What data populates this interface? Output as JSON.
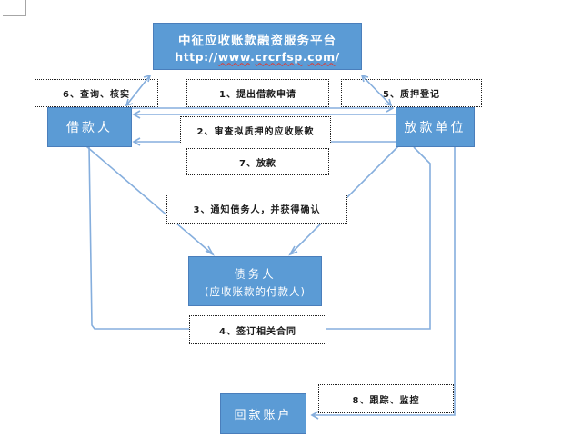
{
  "document": {
    "kind": "flow-diagram",
    "background": "#ffffff",
    "corner_mark_color": "#a6a6a6"
  },
  "platform": {
    "title": "中征应收账款融资服务平台",
    "url": "http://www.crcrfsp.com/",
    "url_segments": [
      {
        "text": "http://",
        "wavy": false
      },
      {
        "text": "www",
        "wavy": true
      },
      {
        "text": ".",
        "wavy": false
      },
      {
        "text": "crcrfsp",
        "wavy": true
      },
      {
        "text": ".",
        "wavy": false
      },
      {
        "text": "com",
        "wavy": true
      },
      {
        "text": "/",
        "wavy": false
      }
    ]
  },
  "entities": {
    "borrower": {
      "label": "借款人"
    },
    "lender": {
      "label": "放款单位"
    },
    "debtor": {
      "line1": "债务人",
      "line2": "(应收账款的付款人)"
    },
    "repayment_account": {
      "label": "回款账户"
    }
  },
  "steps": [
    {
      "label": "1、提出借款申请"
    },
    {
      "label": "2、审查拟质押的应收账款"
    },
    {
      "label": "3、通知债务人，并获得确认"
    },
    {
      "label": "4、签订相关合同"
    },
    {
      "label": "5、质押登记"
    },
    {
      "label": "6、查询、核实"
    },
    {
      "label": "7、放款"
    },
    {
      "label": "8、跟踪、监控"
    }
  ],
  "colors": {
    "entity_fill": "#5b9bd5",
    "entity_border": "#4a7ebb",
    "entity_text": "#ffffff",
    "connector": "#85aedd",
    "step_border": "#1f1f1f",
    "spellcheck_underline": "#e03a2f"
  }
}
